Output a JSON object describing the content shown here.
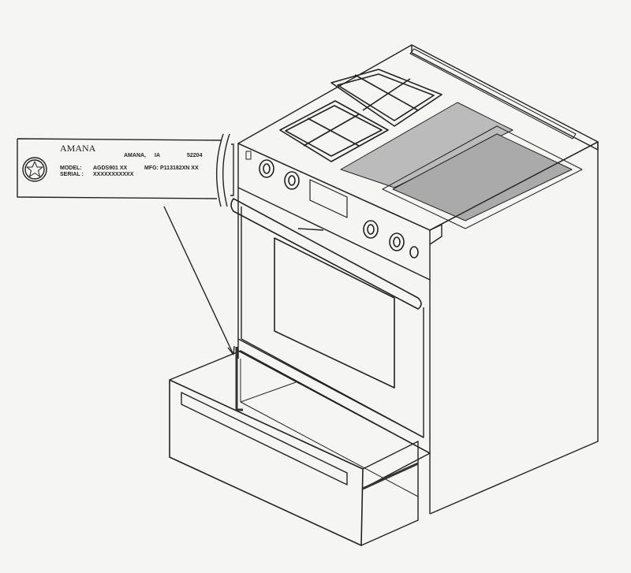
{
  "label_plate": {
    "brand": "AMANA",
    "city": "AMANA,",
    "state": "IA",
    "zip": "52204",
    "model_label": "MODEL:",
    "model_value": "AGDS901 XX",
    "mfg_label": "MFG:",
    "mfg_value": "P113182XN XX",
    "serial_label": "SERIAL :",
    "serial_value": "XXXXXXXXXXX",
    "logo_icon": "star-seal-icon"
  },
  "colors": {
    "line": "#222222",
    "paper": "#f5f5f3"
  }
}
